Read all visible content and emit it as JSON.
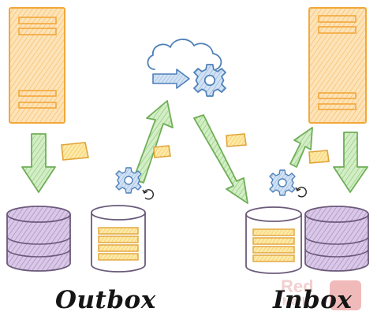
{
  "labels": {
    "outbox": "Outbox",
    "inbox": "Inbox"
  },
  "watermark": {
    "line1": "Red",
    "line2": "Mark"
  },
  "colors": {
    "server": "#fcd9a4",
    "server_stroke": "#f3a73a",
    "db_purple": "#c9b3db",
    "db_purple_stroke": "#8d6aa8",
    "db_white": "#ffffff",
    "db_stroke": "#6b5a7a",
    "record": "#f8c94c",
    "message": "#fbdf8c",
    "message_stroke": "#e1a43a",
    "arrow_green": "#b8dfa6",
    "arrow_green_stroke": "#6fae58",
    "gear": "#b6cfeb",
    "gear_stroke": "#4e80b8",
    "cloud_stroke": "#4e80b8"
  }
}
